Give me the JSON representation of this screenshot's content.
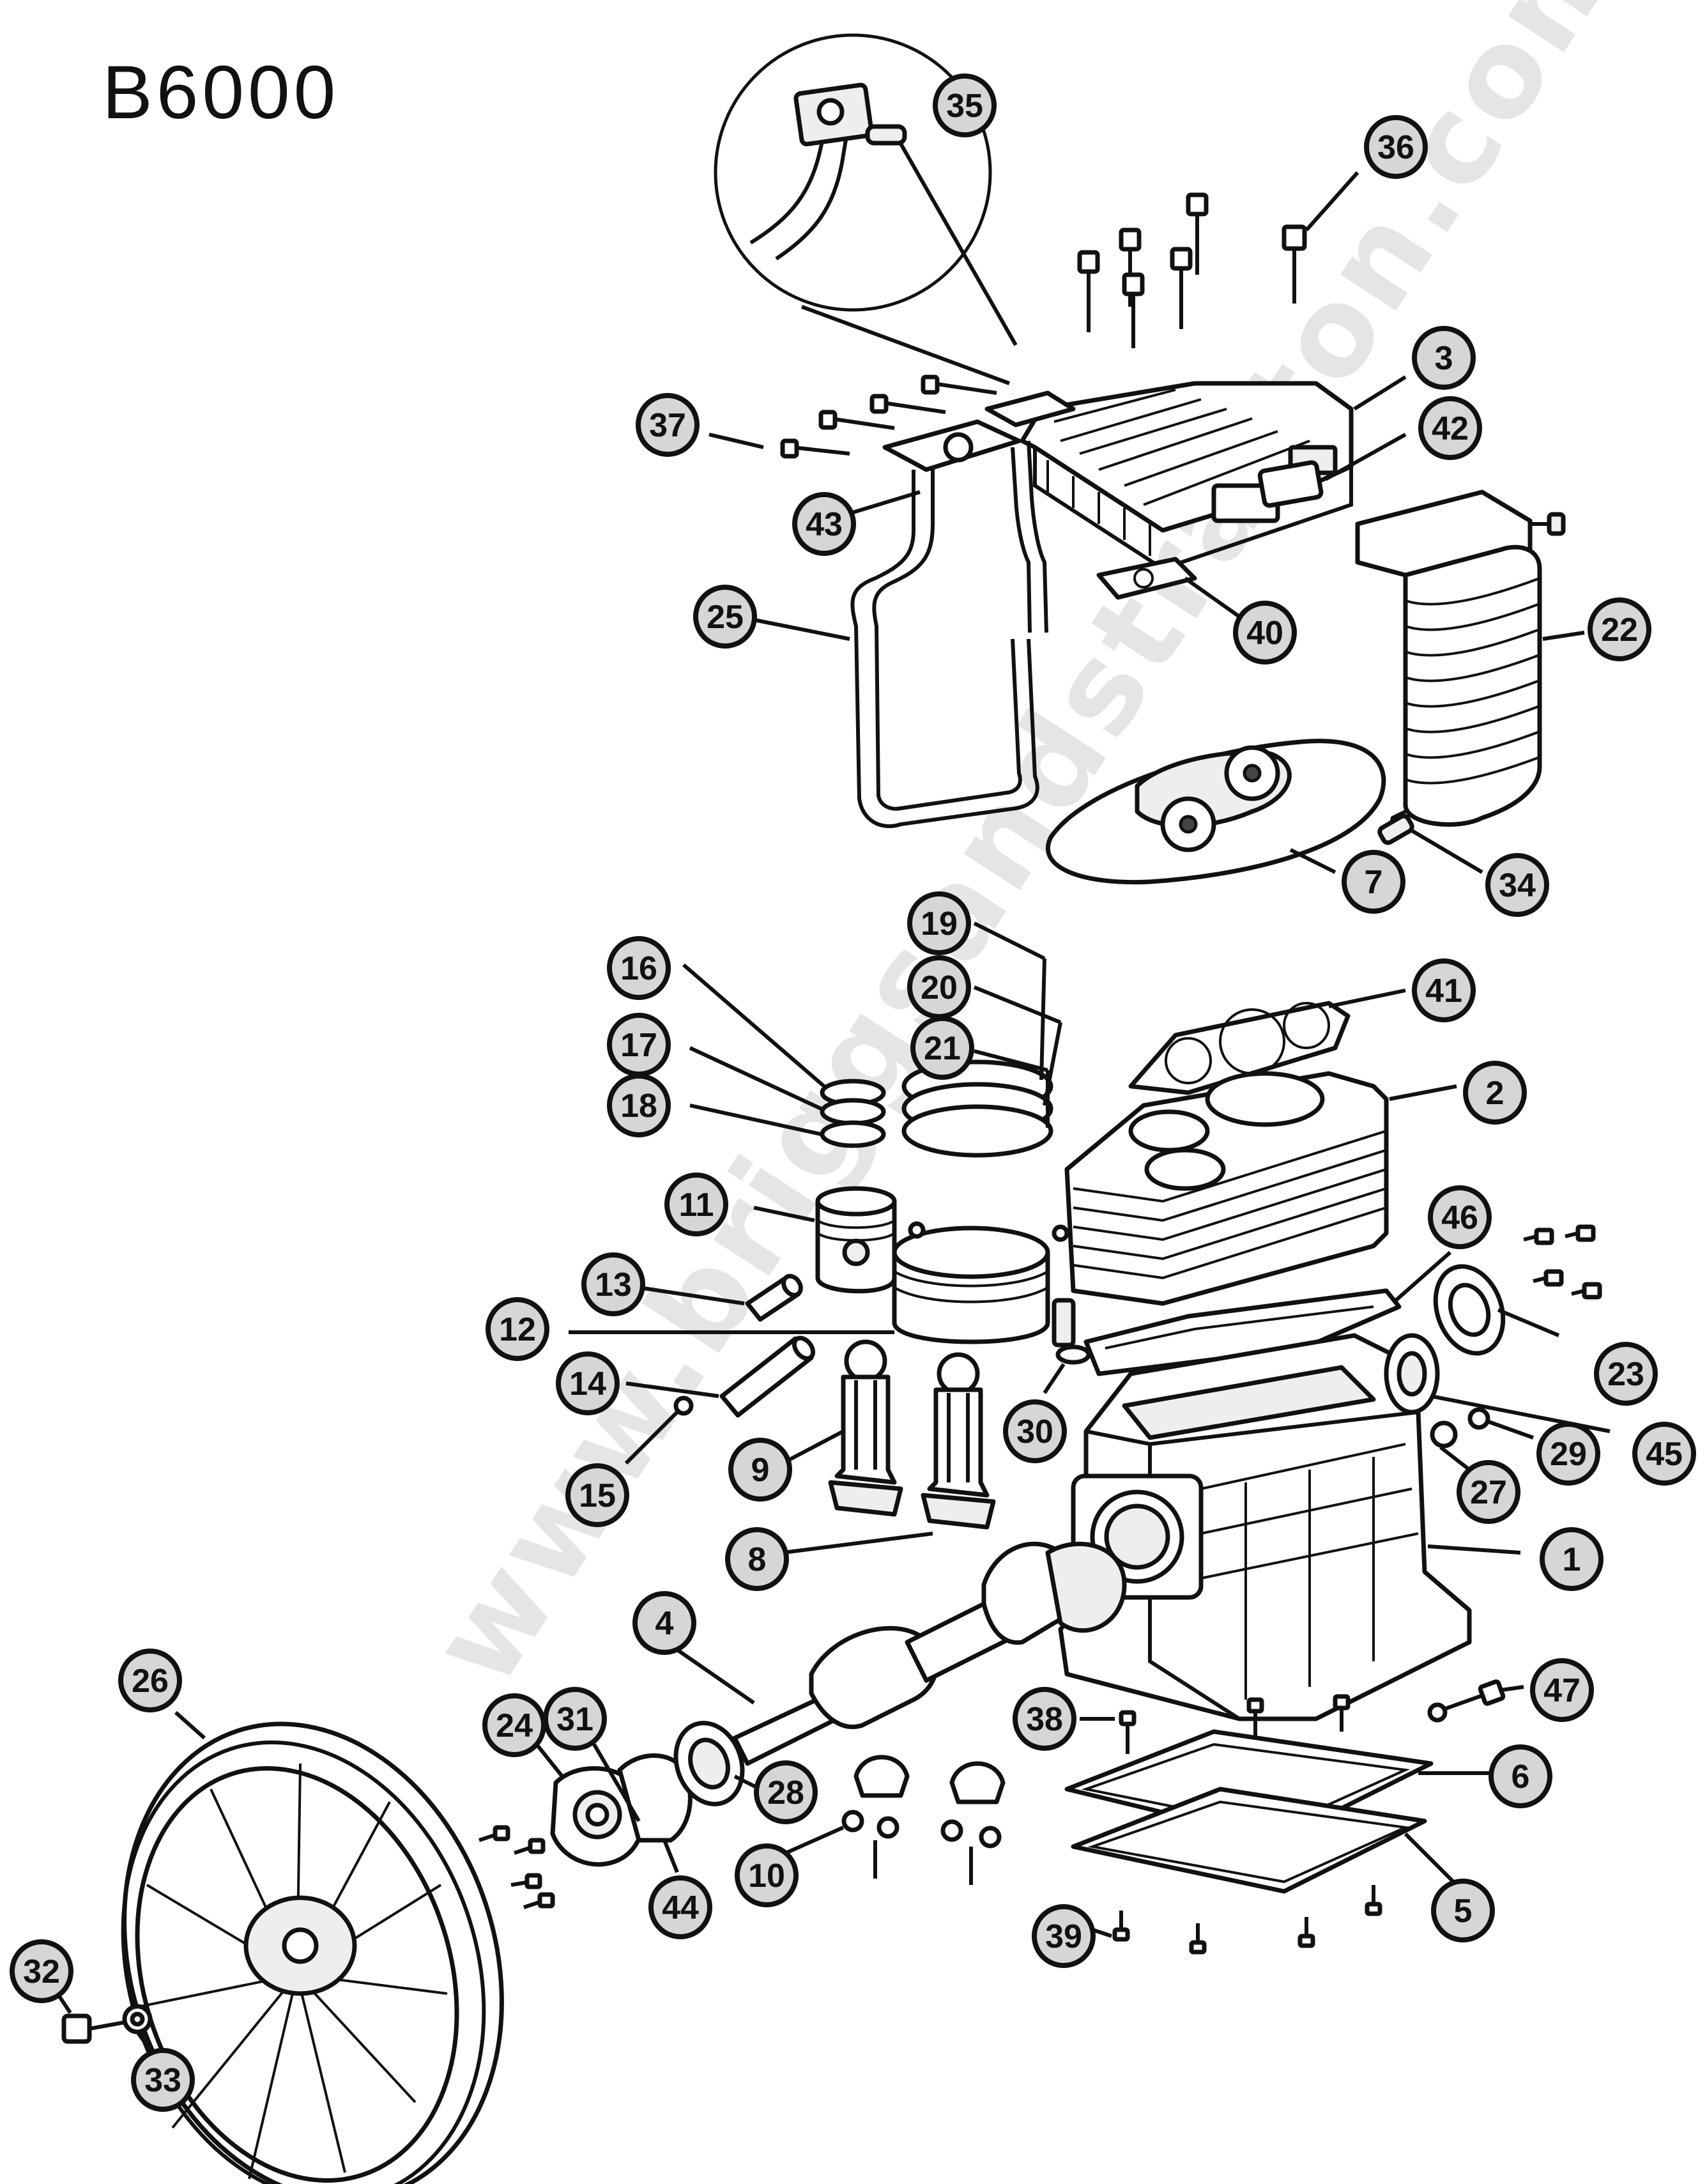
{
  "title": "B6000",
  "watermark": "www.briggsandstratton.com",
  "callouts": [
    {
      "number": "1"
    },
    {
      "number": "2"
    },
    {
      "number": "3"
    },
    {
      "number": "4"
    },
    {
      "number": "5"
    },
    {
      "number": "6"
    },
    {
      "number": "7"
    },
    {
      "number": "8"
    },
    {
      "number": "9"
    },
    {
      "number": "10"
    },
    {
      "number": "11"
    },
    {
      "number": "12"
    },
    {
      "number": "13"
    },
    {
      "number": "14"
    },
    {
      "number": "15"
    },
    {
      "number": "16"
    },
    {
      "number": "17"
    },
    {
      "number": "18"
    },
    {
      "number": "19"
    },
    {
      "number": "20"
    },
    {
      "number": "21"
    },
    {
      "number": "22"
    },
    {
      "number": "23"
    },
    {
      "number": "24"
    },
    {
      "number": "25"
    },
    {
      "number": "26"
    },
    {
      "number": "27"
    },
    {
      "number": "28"
    },
    {
      "number": "29"
    },
    {
      "number": "30"
    },
    {
      "number": "31"
    },
    {
      "number": "32"
    },
    {
      "number": "33"
    },
    {
      "number": "34"
    },
    {
      "number": "35"
    },
    {
      "number": "36"
    },
    {
      "number": "37"
    },
    {
      "number": "38"
    },
    {
      "number": "39"
    },
    {
      "number": "40"
    },
    {
      "number": "41"
    },
    {
      "number": "42"
    },
    {
      "number": "43"
    },
    {
      "number": "44"
    },
    {
      "number": "45"
    },
    {
      "number": "46"
    },
    {
      "number": "47"
    }
  ],
  "colors": {
    "line": "#111111",
    "callout_fill": "#d6d6d6",
    "background": "#ffffff"
  }
}
